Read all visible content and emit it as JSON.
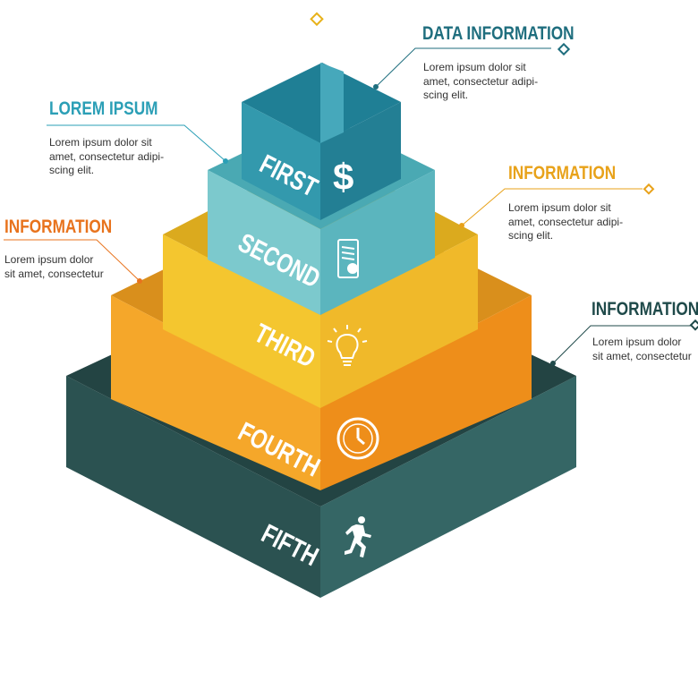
{
  "colors": {
    "teal_heading": "#2b9fb6",
    "dark_heading": "#1f4a4a",
    "orange_heading": "#e8731d",
    "gold_heading": "#e8a21a",
    "tier1": "#2f93a8",
    "tier2": "#73c3c9",
    "tier3": "#f2c531",
    "tier4": "#f2a22b",
    "tier5": "#2e5b5a"
  },
  "tiers": [
    {
      "label": "FIRST",
      "icon": "dollar-icon"
    },
    {
      "label": "SECOND",
      "icon": "certificate-icon"
    },
    {
      "label": "THIRD",
      "icon": "lightbulb-icon"
    },
    {
      "label": "FOURTH",
      "icon": "clock-icon"
    },
    {
      "label": "FIFTH",
      "icon": "running-man-icon"
    }
  ],
  "callouts": {
    "data_information": {
      "title": "DATA INFORMATION",
      "body": "Lorem ipsum dolor sit\namet, consectetur adipi-\nscing elit."
    },
    "lorem_ipsum": {
      "title": "LOREM IPSUM",
      "body": "Lorem ipsum dolor sit\namet, consectetur adipi-\nscing elit."
    },
    "information_right": {
      "title": "INFORMATION",
      "body": "Lorem ipsum dolor sit\namet, consectetur adipi-\nscing elit."
    },
    "information_left": {
      "title": "INFORMATION",
      "body": "Lorem ipsum dolor\nsit amet, consectetur"
    },
    "information_far_right": {
      "title": "INFORMATION",
      "body": "Lorem ipsum dolor\nsit amet, consectetur"
    }
  }
}
